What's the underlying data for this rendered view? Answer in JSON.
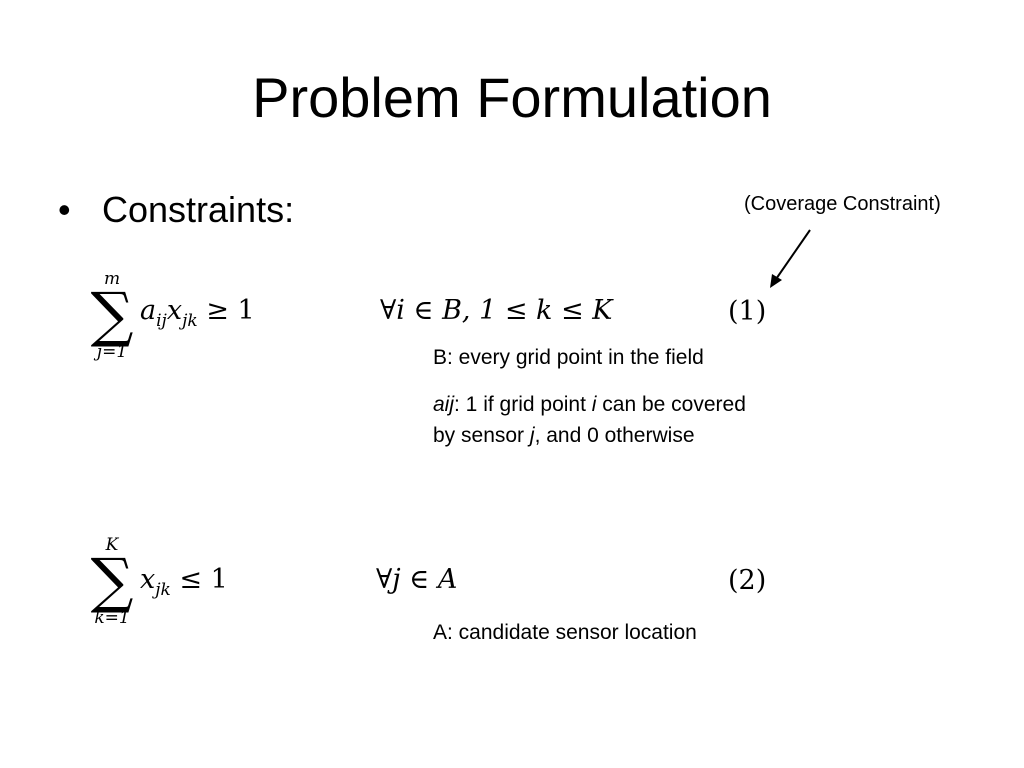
{
  "slide": {
    "title": "Problem Formulation",
    "bullet_marker": "•",
    "bullet_text": "Constraints:",
    "annotation": "(Coverage Constraint)"
  },
  "equation1": {
    "sum_upper": "m",
    "sum_symbol": "∑",
    "sum_lower": "j=1",
    "term_a": "a",
    "term_a_sub": "ij",
    "term_x": "x",
    "term_x_sub": "jk",
    "relation": "≥ 1",
    "condition": "∀i ∈ B,  1 ≤ k ≤ K",
    "number": "(1)"
  },
  "equation1_notes": {
    "line1": "B: every grid point in the field",
    "line2_var": "aij",
    "line2_a": ": 1 if grid point ",
    "line2_i": "i",
    "line2_b": " can be covered",
    "line3_a": "by sensor ",
    "line3_j": "j",
    "line3_b": ", and 0 otherwise"
  },
  "equation2": {
    "sum_upper": "K",
    "sum_symbol": "∑",
    "sum_lower": "k=1",
    "term_x": "x",
    "term_x_sub": "jk",
    "relation": "≤ 1",
    "condition": "∀j ∈ A",
    "number": "(2)"
  },
  "equation2_notes": {
    "line1": "A: candidate sensor location"
  }
}
